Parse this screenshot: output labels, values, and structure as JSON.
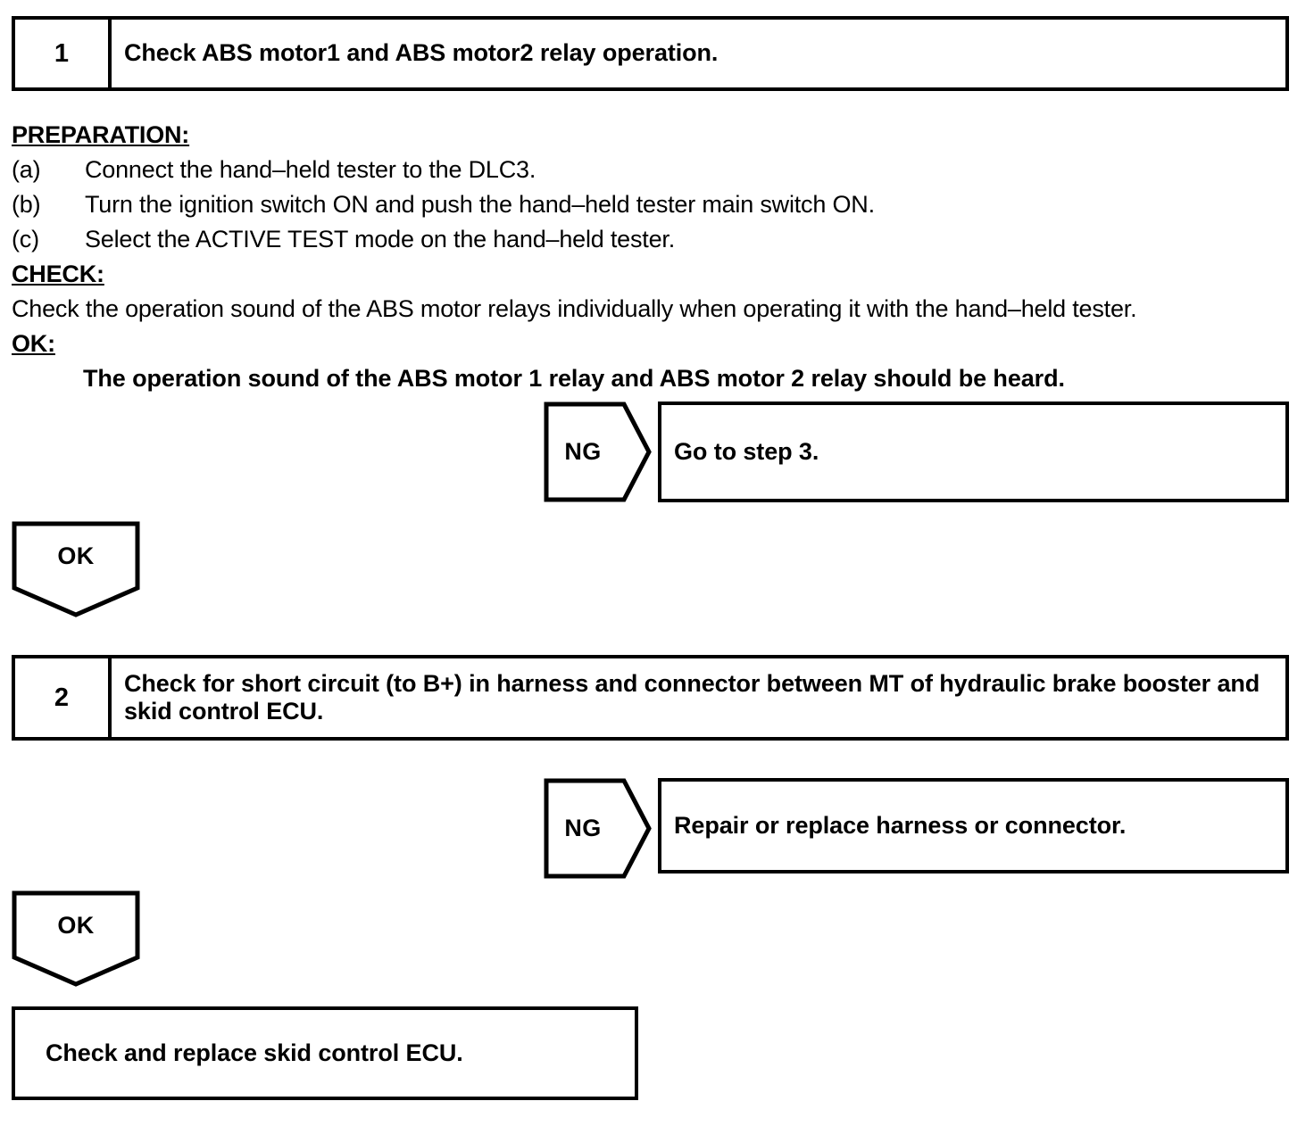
{
  "document": {
    "type": "diagnostic-flowchart",
    "steps": [
      {
        "number": "1",
        "title": "Check ABS motor1 and ABS motor2 relay operation."
      },
      {
        "number": "2",
        "title": "Check for short circuit (to B+) in harness and connector between MT of hydraulic brake booster and skid control ECU."
      }
    ],
    "preparation": {
      "heading": "PREPARATION:",
      "items": [
        {
          "marker": "(a)",
          "text": "Connect the hand–held tester to the DLC3."
        },
        {
          "marker": "(b)",
          "text": "Turn the ignition switch ON and push the hand–held tester main switch ON."
        },
        {
          "marker": "(c)",
          "text": "Select the ACTIVE TEST mode on the hand–held tester."
        }
      ]
    },
    "check": {
      "heading": "CHECK:",
      "text": "Check the operation sound of the ABS motor relays individually when operating it with the hand–held tester."
    },
    "ok": {
      "heading": "OK:",
      "statement": "The operation sound of the ABS motor 1 relay and ABS motor 2 relay should be heard."
    },
    "branches": {
      "ng_label_1": "NG",
      "ng_result_1": "Go to step 3.",
      "ok_label_1": "OK",
      "ng_label_2": "NG",
      "ng_result_2": "Repair or replace harness or connector.",
      "ok_label_2": "OK",
      "final_action": "Check and replace skid control ECU."
    },
    "colors": {
      "ink": "#000000",
      "paper": "#ffffff"
    }
  }
}
